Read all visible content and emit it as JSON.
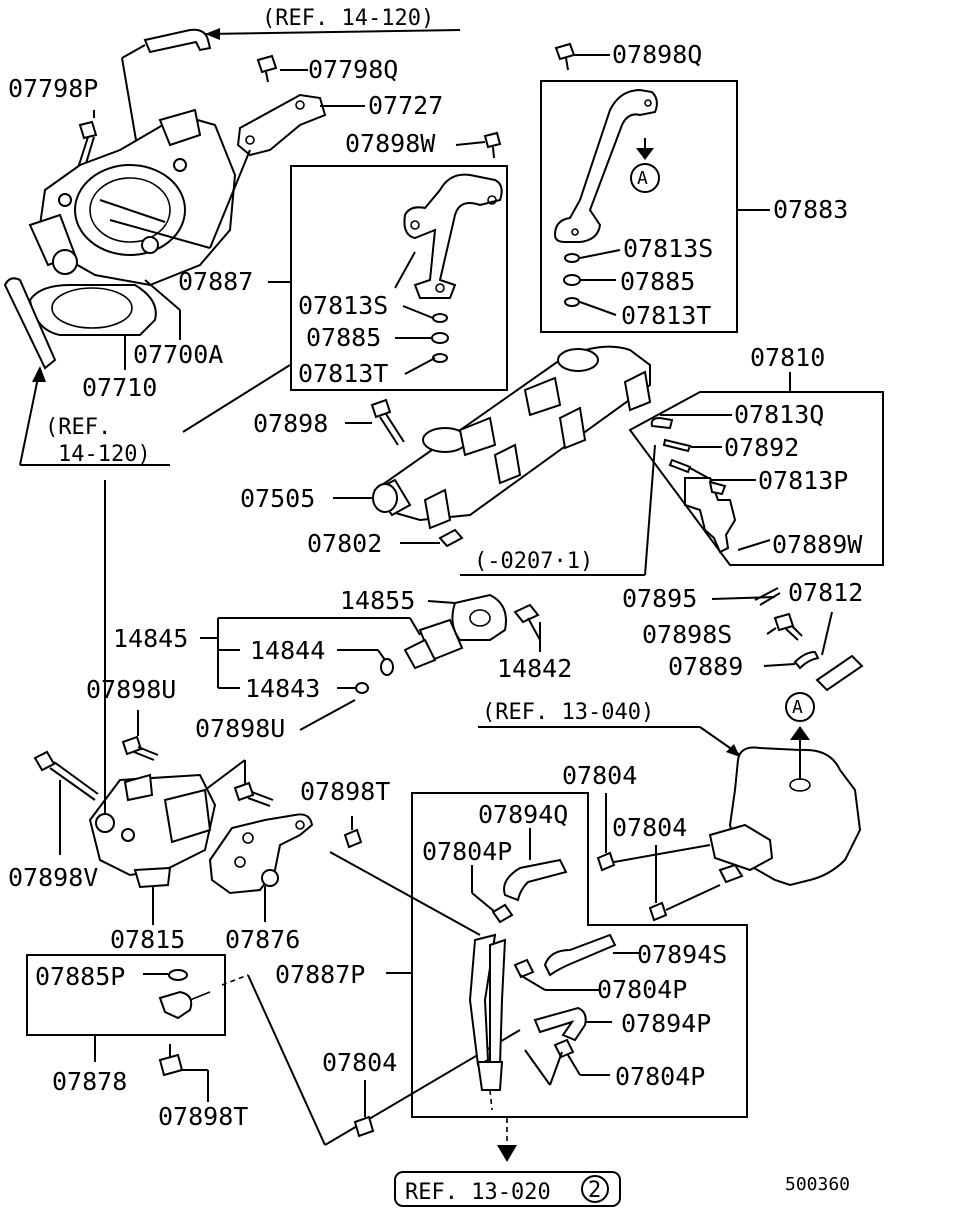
{
  "diagram_id": "500360",
  "references": {
    "ref_14_120_top": "(REF. 14-120)",
    "ref_14_120_left_1": "(REF.",
    "ref_14_120_left_2": "14-120)",
    "ref_13_040": "(REF. 13-040)",
    "ref_13_020_text": "REF. 13-020",
    "ref_13_020_circle": "2",
    "date_note": "(-0207·1)",
    "callout_a": "A"
  },
  "parts": {
    "p07798P": "07798P",
    "p07798Q": "07798Q",
    "p07727": "07727",
    "p07898W": "07898W",
    "p07898Q": "07898Q",
    "p07883": "07883",
    "p07887": "07887",
    "p07813S_a": "07813S",
    "p07885_a": "07885",
    "p07813T_a": "07813T",
    "p07813S_b": "07813S",
    "p07885_b": "07885",
    "p07813T_b": "07813T",
    "p07700A": "07700A",
    "p07710": "07710",
    "p07810": "07810",
    "p07813Q": "07813Q",
    "p07892": "07892",
    "p07813P": "07813P",
    "p07889W": "07889W",
    "p07898": "07898",
    "p07505": "07505",
    "p07802": "07802",
    "p14855": "14855",
    "p14845": "14845",
    "p14844": "14844",
    "p14843": "14843",
    "p14842": "14842",
    "p07895": "07895",
    "p07812": "07812",
    "p07898S": "07898S",
    "p07889": "07889",
    "p07898U_a": "07898U",
    "p07898U_b": "07898U",
    "p07898V": "07898V",
    "p07815": "07815",
    "p07876": "07876",
    "p07898T_a": "07898T",
    "p07894Q": "07894Q",
    "p07804P_a": "07804P",
    "p07804_a": "07804",
    "p07804_b": "07804",
    "p07887P": "07887P",
    "p07894S": "07894S",
    "p07804P_b": "07804P",
    "p07894P": "07894P",
    "p07804P_c": "07804P",
    "p07804_c": "07804",
    "p07885P": "07885P",
    "p07878": "07878",
    "p07898T_b": "07898T"
  }
}
